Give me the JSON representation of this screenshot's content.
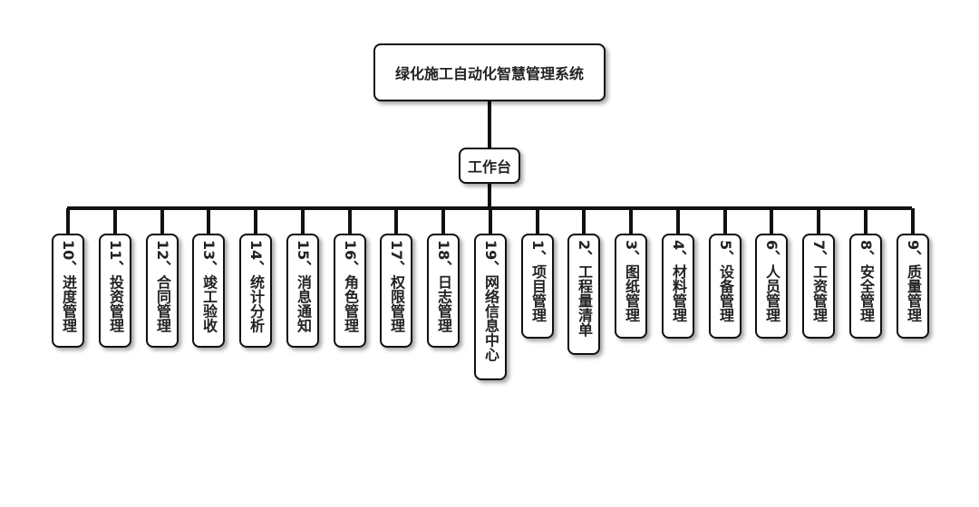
{
  "diagram": {
    "root": {
      "label": "绿化施工自动化智慧管理系统"
    },
    "level1": {
      "label": "工作台"
    },
    "modules": [
      "10、进度管理",
      "11、投资管理",
      "12、合同管理",
      "13、竣工验收",
      "14、统计分析",
      "15、消息通知",
      "16、角色管理",
      "17、权限管理",
      "18、日志管理",
      "19、网络信息中心",
      "1、项目管理",
      "2、工程量清单",
      "3、图纸管理",
      "4、材料管理",
      "5、设备管理",
      "6、人员管理",
      "7、工资管理",
      "8、安全管理",
      "9、质量管理"
    ]
  },
  "colors": {
    "line": "#111111",
    "box_border": "#111111",
    "box_fill": "#ffffff",
    "text": "#222222"
  }
}
